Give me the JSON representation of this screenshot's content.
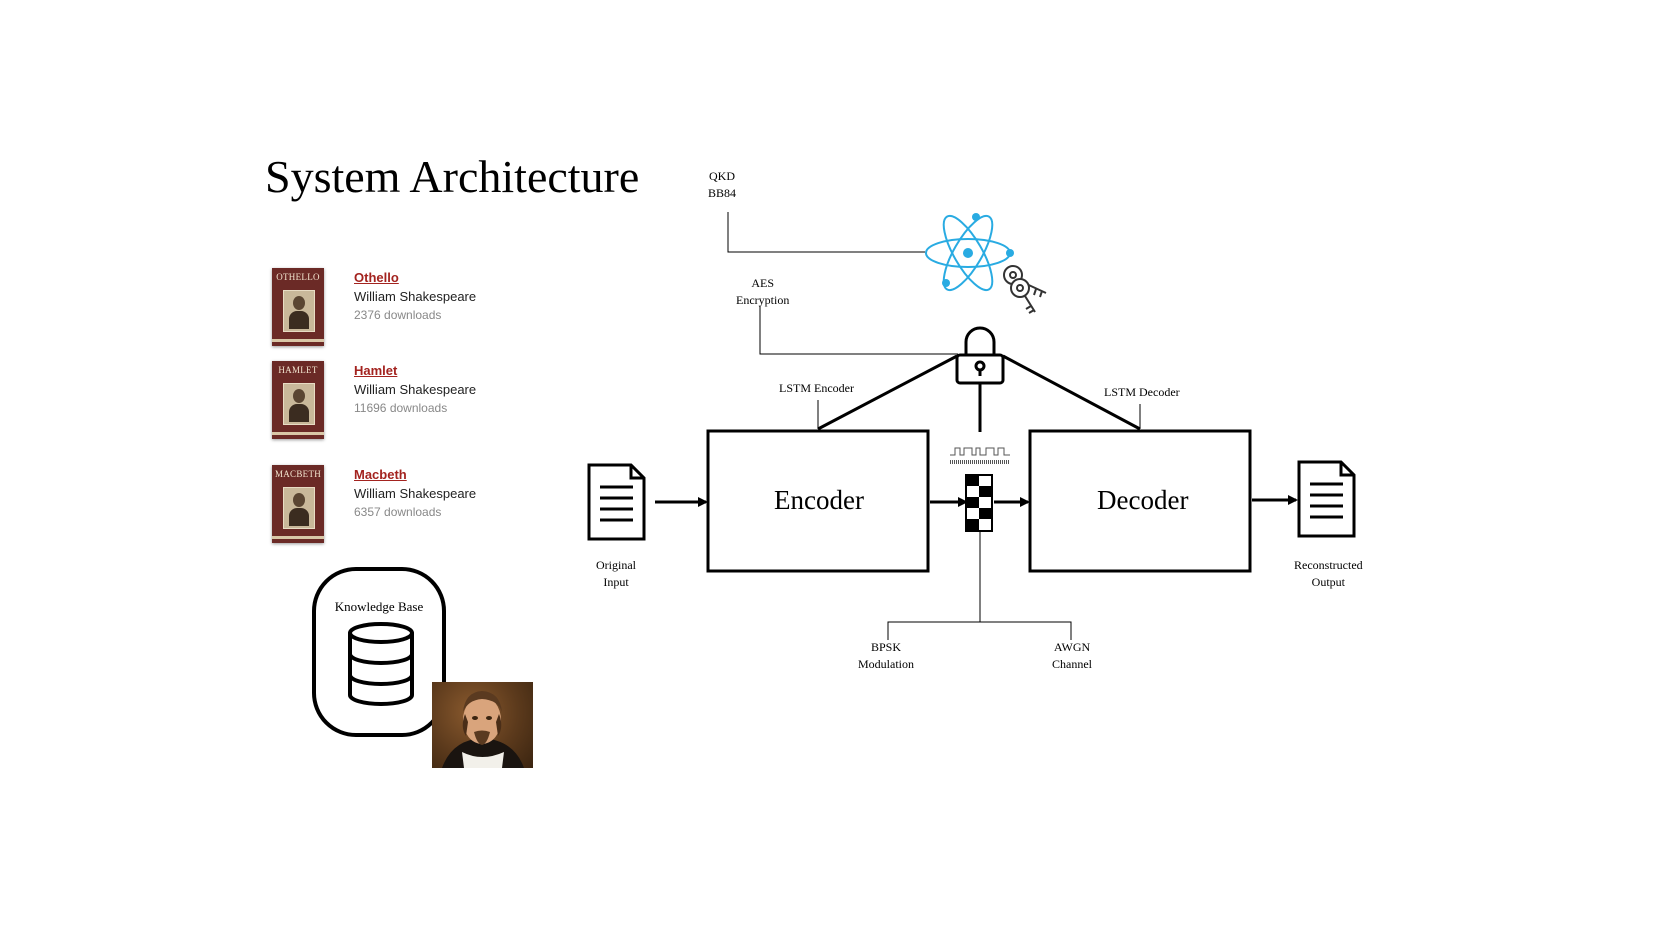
{
  "title": "System Architecture",
  "books": [
    {
      "cover_text": "OTHELLO",
      "title": "Othello",
      "author": "William Shakespeare",
      "downloads": "2376 downloads"
    },
    {
      "cover_text": "HAMLET",
      "title": "Hamlet",
      "author": "William Shakespeare",
      "downloads": "11696 downloads"
    },
    {
      "cover_text": "MACBETH",
      "title": "Macbeth",
      "author": "William Shakespeare",
      "downloads": "6357 downloads"
    }
  ],
  "knowledge_base": {
    "label": "Knowledge Base"
  },
  "labels": {
    "qkd": [
      "QKD",
      "BB84"
    ],
    "aes": [
      "AES",
      "Encryption"
    ],
    "lstm_encoder": "LSTM Encoder",
    "lstm_decoder": "LSTM Decoder",
    "encoder": "Encoder",
    "decoder": "Decoder",
    "original_input": [
      "Original",
      "Input"
    ],
    "reconstructed_output": [
      "Reconstructed",
      "Output"
    ],
    "bpsk": [
      "BPSK",
      "Modulation"
    ],
    "awgn": [
      "AWGN",
      "Channel"
    ]
  },
  "colors": {
    "atom": "#29abe2",
    "book_title": "#a3231f",
    "cover": "#6b2a26"
  }
}
